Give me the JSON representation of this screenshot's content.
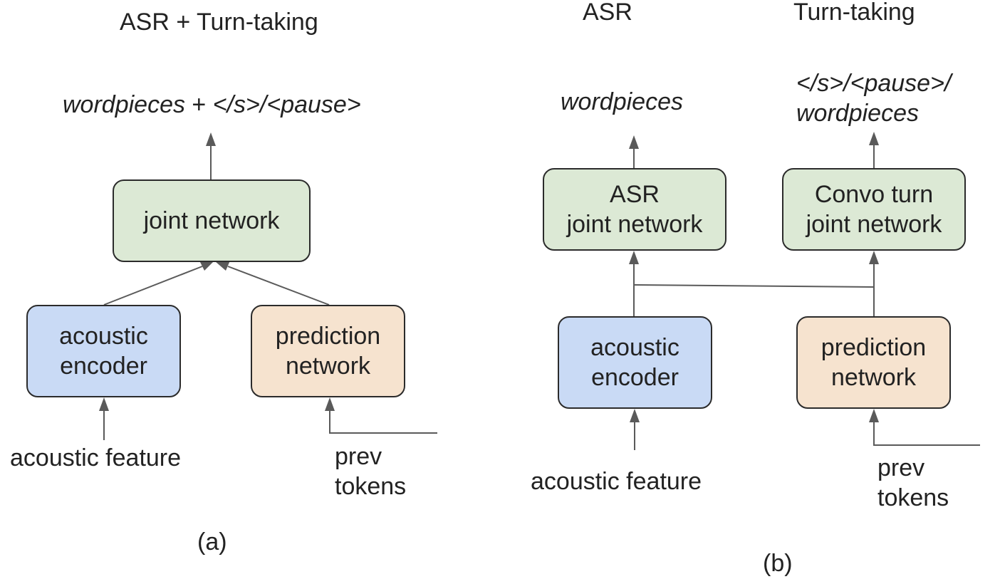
{
  "colors": {
    "joint_fill": "#dce9d5",
    "encoder_fill": "#c9daf5",
    "prediction_fill": "#f6e3cf",
    "line": "#5a5a5a",
    "border": "#2b2b2b"
  },
  "panel_a": {
    "title": "ASR + Turn-taking",
    "output_label": {
      "part1": "wordpieces",
      "part2": " + ",
      "part3": "</s>/<pause>"
    },
    "joint_box": "joint network",
    "encoder_box": {
      "line1": "acoustic",
      "line2": "encoder"
    },
    "prediction_box": {
      "line1": "prediction",
      "line2": "network"
    },
    "acoustic_input": "acoustic feature",
    "prev_tokens": {
      "line1": "prev",
      "line2": "tokens"
    },
    "caption": "(a)"
  },
  "panel_b": {
    "asr_title": "ASR",
    "turn_title": "Turn-taking",
    "asr_output": "wordpieces",
    "turn_output": {
      "line1": "</s>/<pause>/",
      "line2": "wordpieces"
    },
    "asr_joint_box": {
      "line1": "ASR",
      "line2": "joint network"
    },
    "turn_joint_box": {
      "line1": "Convo turn",
      "line2": "joint network"
    },
    "encoder_box": {
      "line1": "acoustic",
      "line2": "encoder"
    },
    "prediction_box": {
      "line1": "prediction",
      "line2": "network"
    },
    "acoustic_input": "acoustic feature",
    "prev_tokens": {
      "line1": "prev",
      "line2": "tokens"
    },
    "caption": "(b)"
  }
}
